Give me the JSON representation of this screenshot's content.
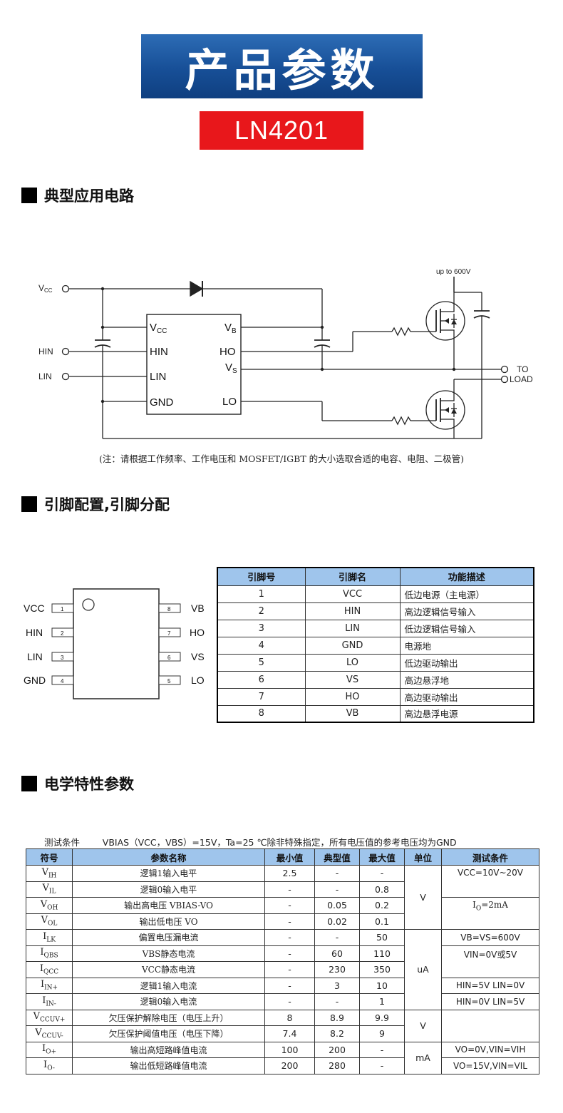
{
  "header": {
    "title": "产品参数",
    "model": "LN4201"
  },
  "sections": {
    "circuit": "典型应用电路",
    "pins": "引脚配置,引脚分配",
    "electrical": "电学特性参数"
  },
  "circuit": {
    "note": "(注：请根据工作频率、工作电压和 MOSFET/IGBT 的大小选取合适的电容、电阻、二极管)",
    "supply_label": "up to 600V",
    "output_label_1": "TO",
    "output_label_2": "LOAD",
    "ext_vcc": "V",
    "ext_vcc_sub": "CC",
    "ext_hin": "HIN",
    "ext_lin": "LIN",
    "ic_vcc": "V",
    "ic_vcc_sub": "CC",
    "ic_hin": "HIN",
    "ic_lin": "LIN",
    "ic_gnd": "GND",
    "ic_vb": "V",
    "ic_vb_sub": "B",
    "ic_ho": "HO",
    "ic_vs": "V",
    "ic_vs_sub": "S",
    "ic_lo": "LO"
  },
  "package": {
    "left_pins": [
      {
        "name": "VCC",
        "num": "1"
      },
      {
        "name": "HIN",
        "num": "2"
      },
      {
        "name": "LIN",
        "num": "3"
      },
      {
        "name": "GND",
        "num": "4"
      }
    ],
    "right_pins": [
      {
        "name": "VB",
        "num": "8"
      },
      {
        "name": "HO",
        "num": "7"
      },
      {
        "name": "VS",
        "num": "6"
      },
      {
        "name": "LO",
        "num": "5"
      }
    ]
  },
  "pin_table": {
    "headers": [
      "引脚号",
      "引脚名",
      "功能描述"
    ],
    "rows": [
      [
        "1",
        "VCC",
        "低边电源（主电源）"
      ],
      [
        "2",
        "HIN",
        "高边逻辑信号输入"
      ],
      [
        "3",
        "LIN",
        "低边逻辑信号输入"
      ],
      [
        "4",
        "GND",
        "电源地"
      ],
      [
        "5",
        "LO",
        "低边驱动输出"
      ],
      [
        "6",
        "VS",
        "高边悬浮地"
      ],
      [
        "7",
        "HO",
        "高边驱动输出"
      ],
      [
        "8",
        "VB",
        "高边悬浮电源"
      ]
    ]
  },
  "electrical": {
    "test_conditions": "测试条件        VBIAS（VCC，VBS）=15V，Ta=25 ℃除非特殊指定，所有电压值的参考电压均为GND",
    "headers": [
      "符号",
      "参数名称",
      "最小值",
      "典型值",
      "最大值",
      "单位",
      "测试条件"
    ],
    "rows": [
      {
        "sym": "V",
        "sub": "IH",
        "param": "逻辑1输入电平",
        "min": "2.5",
        "typ": "-",
        "max": "-"
      },
      {
        "sym": "V",
        "sub": "IL",
        "param": "逻辑0输入电平",
        "min": "-",
        "typ": "-",
        "max": "0.8"
      },
      {
        "sym": "V",
        "sub": "OH",
        "param": "输出高电压  VBIAS-VO",
        "min": "-",
        "typ": "0.05",
        "max": "0.2"
      },
      {
        "sym": "V",
        "sub": "OL",
        "param": "输出低电压  VO",
        "min": "-",
        "typ": "0.02",
        "max": "0.1"
      },
      {
        "sym": "I",
        "sub": "LK",
        "param": "偏置电压漏电流",
        "min": "-",
        "typ": "-",
        "max": "50"
      },
      {
        "sym": "I",
        "sub": "QBS",
        "param": "VBS静态电流",
        "min": "-",
        "typ": "60",
        "max": "110"
      },
      {
        "sym": "I",
        "sub": "QCC",
        "param": "VCC静态电流",
        "min": "-",
        "typ": "230",
        "max": "350"
      },
      {
        "sym": "I",
        "sub": "IN+",
        "param": "逻辑1输入电流",
        "min": "-",
        "typ": "3",
        "max": "10"
      },
      {
        "sym": "I",
        "sub": "IN-",
        "param": "逻辑0输入电流",
        "min": "-",
        "typ": "-",
        "max": "1"
      },
      {
        "sym": "V",
        "sub": "CCUV+",
        "param": "欠压保护解除电压（电压上升）",
        "min": "8",
        "typ": "8.9",
        "max": "9.9"
      },
      {
        "sym": "V",
        "sub": "CCUV-",
        "param": "欠压保护阈值电压（电压下降）",
        "min": "7.4",
        "typ": "8.2",
        "max": "9"
      },
      {
        "sym": "I",
        "sub": "O+",
        "param": "输出高短路峰值电流",
        "min": "100",
        "typ": "200",
        "max": "-"
      },
      {
        "sym": "I",
        "sub": "O-",
        "param": "输出低短路峰值电流",
        "min": "200",
        "typ": "280",
        "max": "-"
      }
    ],
    "units": {
      "u1": "V",
      "u2": "uA",
      "u3": "V",
      "u4": "mA"
    },
    "conditions": {
      "c1": "VCC=10V~20V",
      "c2_pre": "I",
      "c2_sub": "O",
      "c2_post": "=2mA",
      "c3": "VB=VS=600V",
      "c4": "VIN=0V或5V",
      "c5": "HIN=5V LIN=0V",
      "c6": "HIN=0V LIN=5V",
      "c7": "VO=0V,VIN=VIH",
      "c8": "VO=15V,VIN=VIL"
    }
  }
}
